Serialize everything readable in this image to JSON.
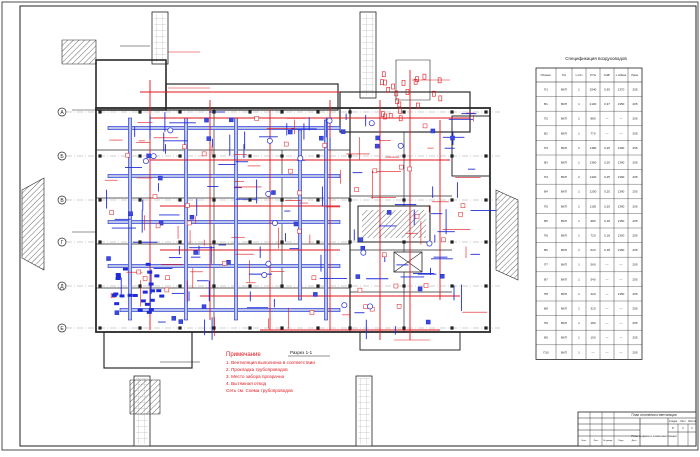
{
  "colors": {
    "walls": "#2a2a2a",
    "supply": "#1f2bd6",
    "exhaust": "#e0151b",
    "duct_fill": "#b9c6ea",
    "hatch": "#444444"
  },
  "axis_bubbles": [
    "А",
    "Б",
    "В",
    "Г",
    "Д",
    "Е"
  ],
  "notes": {
    "title": "Примечание",
    "lines": [
      "1. Вентиляция выполнена в соответствии",
      "2. Прокладка трубопроводов",
      "3. Место забора прозрачна",
      "4. Вытяжная отвод",
      "Сеть см. Схема трубопроводов"
    ]
  },
  "scale_label": "Разрез 1-1",
  "spec_table": {
    "title": "Спецификация воздуховодов",
    "headers": [
      "Обознач.",
      "Тип",
      "L м³/ч",
      "P Па",
      "N кВт",
      "n об/мин",
      "Прим."
    ],
    "rows": [
      [
        "П1",
        "ВКП",
        "1",
        "2540",
        "0,55",
        "1370",
        "205"
      ],
      [
        "В1",
        "ВКП",
        "1",
        "2100",
        "0,37",
        "1350",
        "205"
      ],
      [
        "П2",
        "ВКП",
        "2",
        "880",
        "—",
        "—",
        "205"
      ],
      [
        "В2",
        "ВКП",
        "1",
        "770",
        "—",
        "—",
        "205"
      ],
      [
        "П3",
        "ВКП",
        "2",
        "1480",
        "0,25",
        "1390",
        "205"
      ],
      [
        "В3",
        "ВКП",
        "1",
        "1360",
        "0,25",
        "1390",
        "205"
      ],
      [
        "П4",
        "ВКП",
        "2",
        "1420",
        "0,25",
        "1390",
        "205"
      ],
      [
        "В4",
        "ВКП",
        "1",
        "1200",
        "0,25",
        "1390",
        "205"
      ],
      [
        "П5",
        "ВКП",
        "2",
        "1150",
        "0,25",
        "1390",
        "205"
      ],
      [
        "В5",
        "ВКП",
        "1",
        "980",
        "0,18",
        "1350",
        "205"
      ],
      [
        "П6",
        "ВКП",
        "1",
        "720",
        "0,18",
        "1350",
        "205"
      ],
      [
        "В6",
        "ВКП",
        "1",
        "620",
        "0,18",
        "1350",
        "205"
      ],
      [
        "П7",
        "ВКП",
        "1",
        "560",
        "—",
        "—",
        "205"
      ],
      [
        "В7",
        "ВКП",
        "1",
        "540",
        "—",
        "—",
        "205"
      ],
      [
        "П8",
        "ВКП",
        "1",
        "420",
        "—",
        "1350",
        "205"
      ],
      [
        "В8",
        "ВКП",
        "1",
        "310",
        "—",
        "—",
        "205"
      ],
      [
        "П9",
        "ВКП",
        "1",
        "180",
        "—",
        "—",
        "205"
      ],
      [
        "В9",
        "ВКП",
        "1",
        "150",
        "—",
        "—",
        "205"
      ],
      [
        "П10",
        "ВКП",
        "1",
        "—",
        "—",
        "—",
        "205"
      ]
    ]
  },
  "stamp": {
    "main_title": "План отопления и вентиляции",
    "stage": "Стадия",
    "sheet": "Лист",
    "sheets": "Листов",
    "stage_val": "Р",
    "sheet_val": "1",
    "sheets_val": "1",
    "desc": "План подвала и схема вентиляции",
    "rows": [
      "Изм.",
      "Лист",
      "№ докум.",
      "Подп.",
      "Дата"
    ]
  }
}
